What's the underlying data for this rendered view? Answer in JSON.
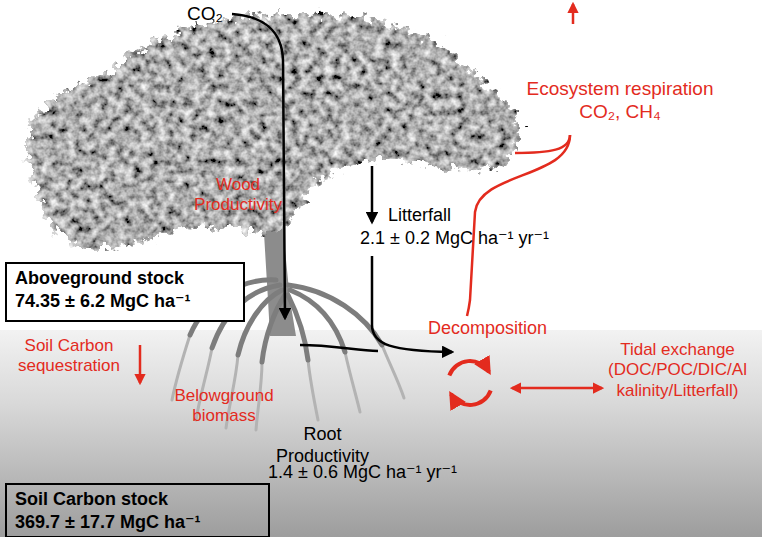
{
  "diagram": {
    "nodes": [
      {
        "text": [
          "Aboveground stock",
          "74.35 ± 6.2 MgC ha⁻¹"
        ]
      },
      {
        "text": [
          "Soil Carbon stock",
          "369.7 ± 17.7 MgC ha⁻¹"
        ]
      }
    ],
    "labels": [
      "CO₂",
      "Ecosystem respiration CO₂, CH₄",
      "Wood Productivity",
      "Litterfall",
      "2.1 ± 0.2 MgC ha⁻¹ yr⁻¹",
      "Soil Carbon sequestration",
      "Belowground biomass",
      "Decomposition",
      "Tidal exchange (DOC/POC/DIC/Alkalinity/Litterfall)",
      "Root Productivity",
      "1.4 ± 0.6 MgC ha⁻¹ yr⁻¹"
    ]
  }
}
